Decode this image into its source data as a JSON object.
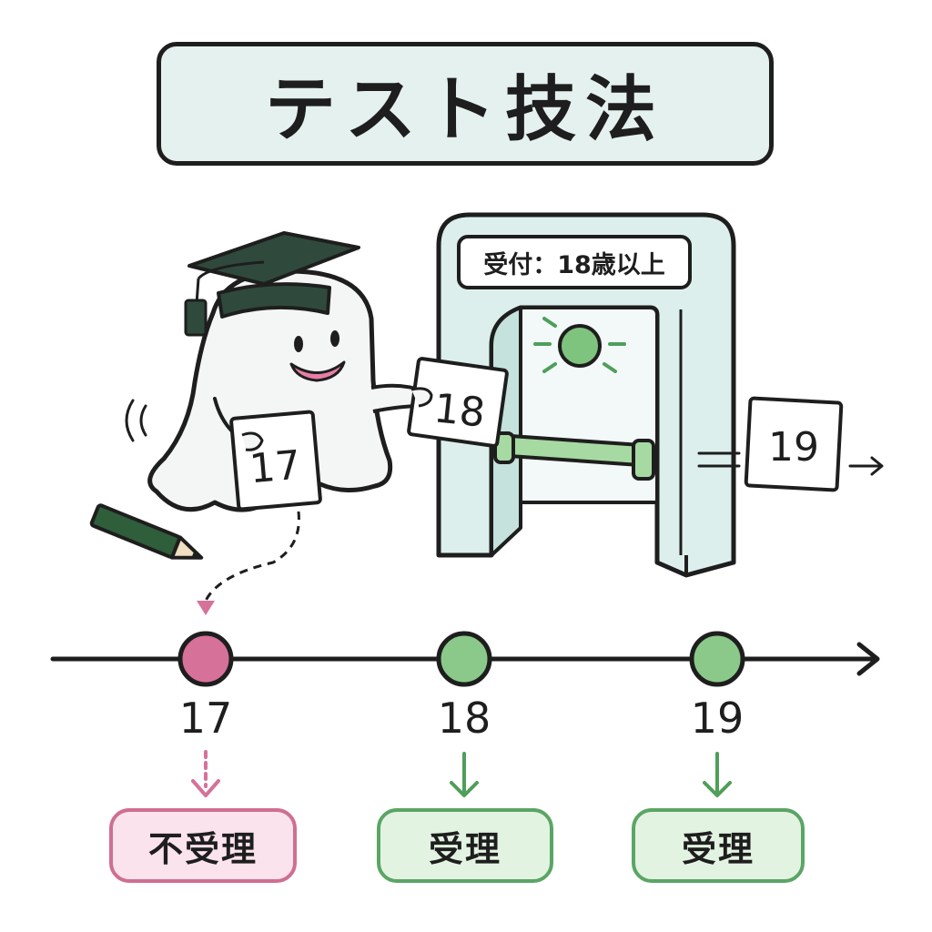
{
  "title": "テスト技法",
  "gate": {
    "sign": "受付：18歳以上",
    "held_card": "18",
    "passed_card": "19"
  },
  "ghost": {
    "card": "17"
  },
  "timeline": {
    "points": [
      {
        "value": "17",
        "result": "不受理",
        "status": "reject"
      },
      {
        "value": "18",
        "result": "受理",
        "status": "accept"
      },
      {
        "value": "19",
        "result": "受理",
        "status": "accept"
      }
    ]
  },
  "colors": {
    "ink": "#1e1e1e",
    "reject": "#d6719a",
    "accept": "#8bc98a",
    "accept_stroke": "#5ba565",
    "gate_fill": "#dcefec",
    "title_fill": "#e4f1ee"
  }
}
